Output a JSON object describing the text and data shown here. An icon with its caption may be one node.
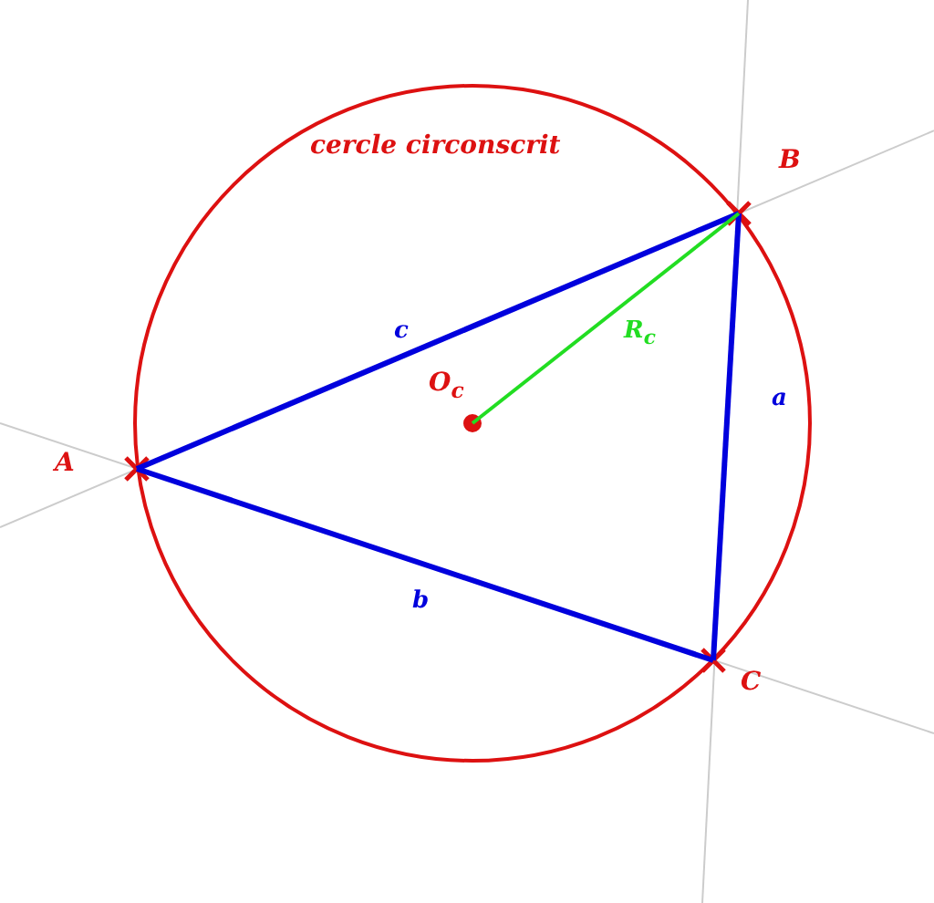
{
  "diagram": {
    "nodes": [
      {
        "text": [
          "cercle circonscrit"
        ]
      },
      {
        "text": [
          "A"
        ]
      },
      {
        "text": [
          "B"
        ]
      },
      {
        "text": [
          "C"
        ]
      },
      {
        "text": [
          "O$_{c}$"
        ],
        "in": 0
      }
    ],
    "edges": [
      {
        "from": 1,
        "to": 2,
        "arrow": "none",
        "label": "c"
      },
      {
        "from": 2,
        "to": 3,
        "arrow": "none",
        "label": "a"
      },
      {
        "from": 3,
        "to": 1,
        "arrow": "none",
        "label": "b"
      },
      {
        "from": 4,
        "to": 2,
        "arrow": "none",
        "label": "R$_{c}$",
        "color": "#22dd22"
      }
    ]
  }
}
